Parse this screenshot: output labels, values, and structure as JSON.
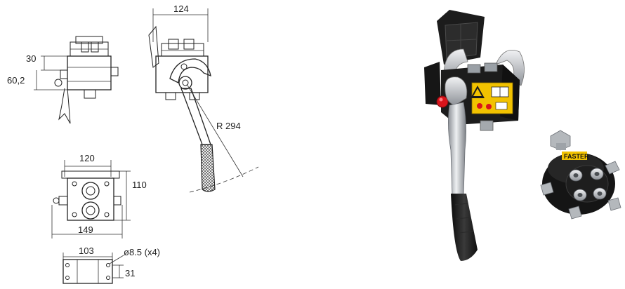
{
  "dimensions": {
    "side_height_top": "30",
    "side_height": "60,2",
    "front_width_top": "124",
    "lever_radius": "R 294",
    "base_width_top": "120",
    "base_height": "110",
    "base_width_bottom": "149",
    "plate_width": "103",
    "hole_spec": "ø8.5 (x4)",
    "plate_height": "31"
  },
  "label_text": {
    "coupler_brand": "FASTER"
  },
  "icons": {
    "warning": "warning-triangle-icon",
    "manual": "open-book-icon"
  },
  "colors": {
    "line": "#222222",
    "label_yellow": "#f2c200",
    "red_button": "#d9141b",
    "body_black": "#1c1c1c",
    "steel": "#c9ccd0"
  }
}
